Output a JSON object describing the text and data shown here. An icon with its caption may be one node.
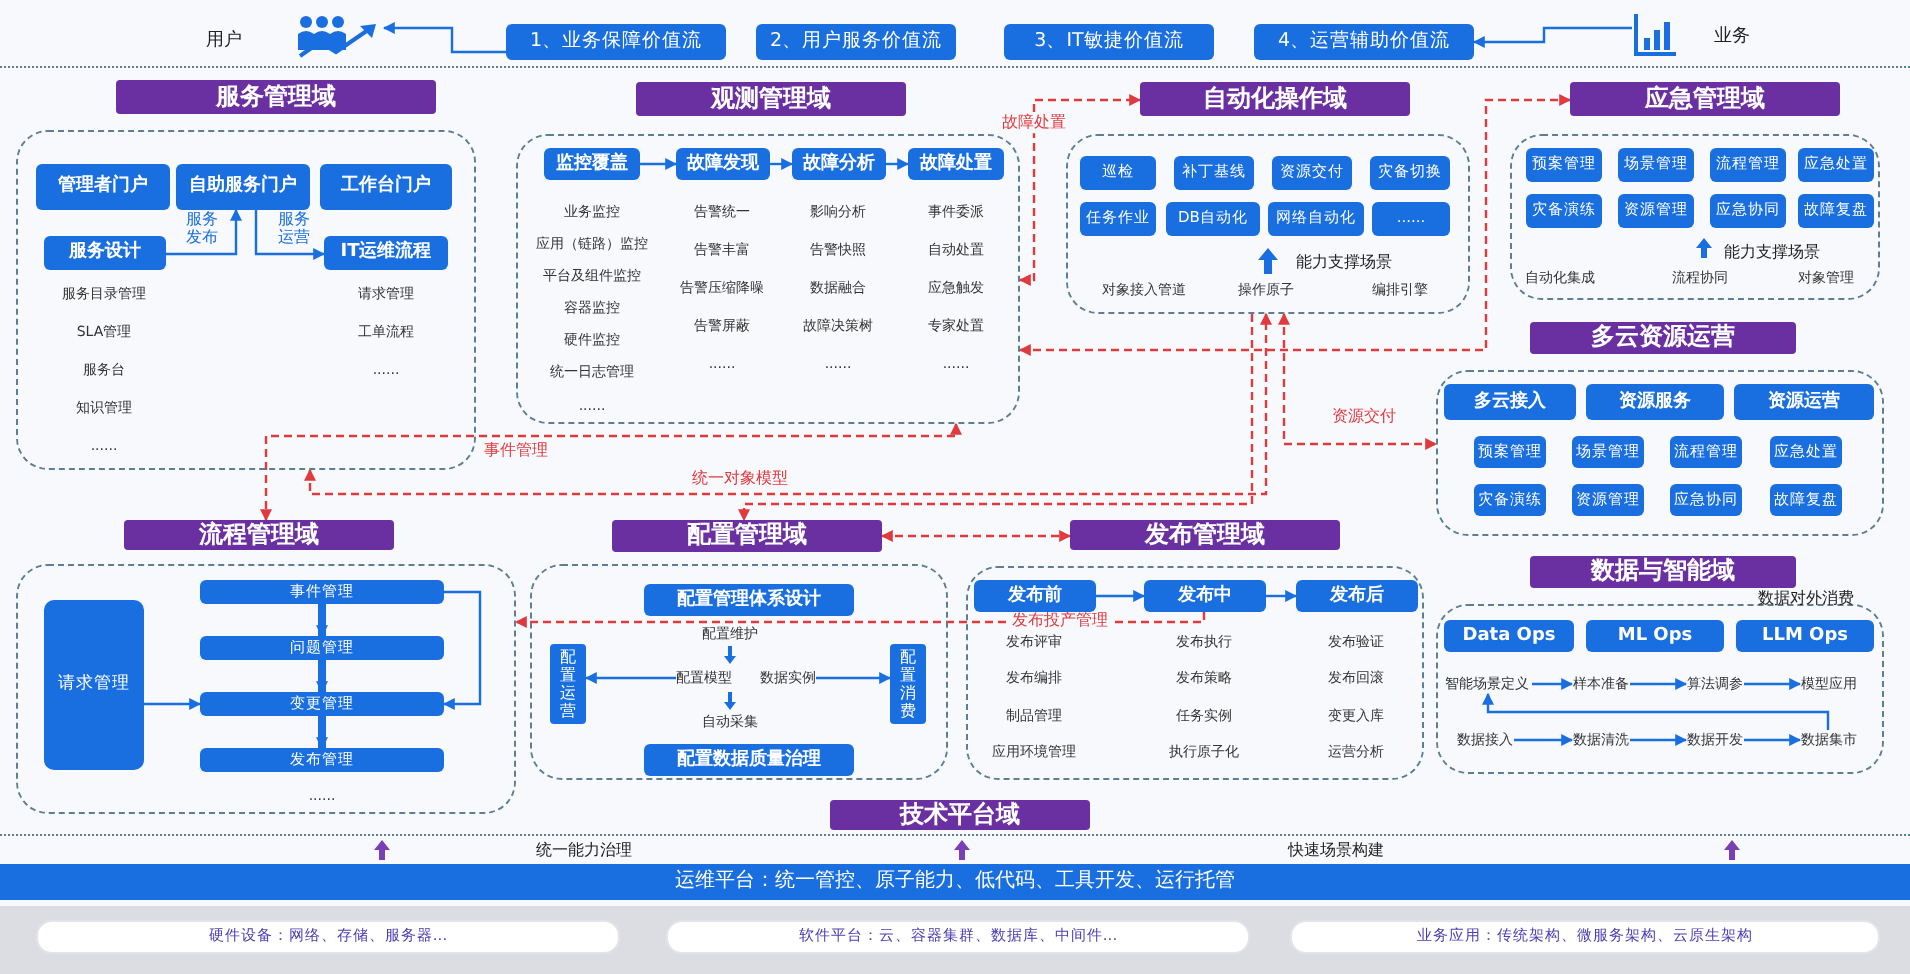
{
  "diagram": {
    "nodes": [
      {
        "text": [],
        "shape": "person"
      },
      {
        "text": [
          "1、业务保障价值流"
        ]
      },
      {
        "text": [
          "2、用户服务价值流"
        ]
      },
      {
        "text": [
          "3、IT敏捷价值流"
        ]
      },
      {
        "text": [
          "4、运营辅助价值流"
        ]
      },
      {
        "text": [],
        "shape": "picture"
      },
      {
        "text": [
          "服务管理域"
        ]
      },
      {
        "text": [],
        "shape": "box"
      },
      {
        "text": [
          "管理者门户"
        ],
        "in": 7
      },
      {
        "text": [
          "自助服务门户"
        ],
        "in": 7
      },
      {
        "text": [
          "工作台门户"
        ],
        "in": 7
      },
      {
        "text": [
          "服务设计"
        ],
        "in": 7
      },
      {
        "text": [
          "IT运维流程"
        ],
        "in": 7
      },
      {
        "text": [
          "观测管理域"
        ]
      },
      {
        "text": [],
        "shape": "box"
      },
      {
        "text": [
          "监控覆盖"
        ],
        "in": 14
      },
      {
        "text": [
          "故障发现"
        ],
        "in": 14
      },
      {
        "text": [
          "故障分析"
        ],
        "in": 14
      },
      {
        "text": [
          "故障处置"
        ],
        "in": 14
      },
      {
        "text": [
          "自动化操作域"
        ]
      },
      {
        "text": [],
        "shape": "box"
      },
      {
        "text": [
          "巡检"
        ],
        "in": 20
      },
      {
        "text": [
          "补丁基线"
        ],
        "in": 20
      },
      {
        "text": [
          "资源交付"
        ],
        "in": 20
      },
      {
        "text": [
          "灾备切换"
        ],
        "in": 20
      },
      {
        "text": [
          "任务作业"
        ],
        "in": 20
      },
      {
        "text": [
          "DB自动化"
        ],
        "in": 20
      },
      {
        "text": [
          "网络自动化"
        ],
        "in": 20
      },
      {
        "text": [
          "......"
        ],
        "in": 20
      },
      {
        "text": [
          "应急管理域"
        ]
      },
      {
        "text": [],
        "shape": "box"
      },
      {
        "text": [
          "预案管理"
        ],
        "in": 30
      },
      {
        "text": [
          "场景管理"
        ],
        "in": 30
      },
      {
        "text": [
          "流程管理"
        ],
        "in": 30
      },
      {
        "text": [
          "应急处置"
        ],
        "in": 30
      },
      {
        "text": [
          "灾备演练"
        ],
        "in": 30
      },
      {
        "text": [
          "资源管理"
        ],
        "in": 30
      },
      {
        "text": [
          "应急协同"
        ],
        "in": 30
      },
      {
        "text": [
          "故障复盘"
        ],
        "in": 30
      },
      {
        "text": [
          "多云资源运营"
        ]
      },
      {
        "text": [],
        "shape": "box"
      },
      {
        "text": [
          "多云接入"
        ],
        "in": 40
      },
      {
        "text": [
          "资源服务"
        ],
        "in": 40
      },
      {
        "text": [
          "资源运营"
        ],
        "in": 40
      },
      {
        "text": [
          "预案管理"
        ],
        "in": 40
      },
      {
        "text": [
          "场景管理"
        ],
        "in": 40
      },
      {
        "text": [
          "流程管理"
        ],
        "in": 40
      },
      {
        "text": [
          "应急处置"
        ],
        "in": 40
      },
      {
        "text": [
          "灾备演练"
        ],
        "in": 40
      },
      {
        "text": [
          "资源管理"
        ],
        "in": 40
      },
      {
        "text": [
          "应急协同"
        ],
        "in": 40
      },
      {
        "text": [
          "故障复盘"
        ],
        "in": 40
      },
      {
        "text": [
          "流程管理域"
        ]
      },
      {
        "text": [],
        "shape": "box"
      },
      {
        "text": [
          "请求管理"
        ],
        "in": 53
      },
      {
        "text": [
          "事件管理"
        ],
        "in": 53
      },
      {
        "text": [
          "问题管理"
        ],
        "in": 53
      },
      {
        "text": [
          "变更管理"
        ],
        "in": 53
      },
      {
        "text": [
          "发布管理"
        ],
        "in": 53
      },
      {
        "text": [
          "配置管理域"
        ]
      },
      {
        "text": [],
        "shape": "box"
      },
      {
        "text": [
          "配置管理体系设计"
        ],
        "in": 60
      },
      {
        "text": [
          "配置运营"
        ],
        "in": 60
      },
      {
        "text": [
          "配置消费"
        ],
        "in": 60
      },
      {
        "text": [
          "配置数据质量治理"
        ],
        "in": 60
      },
      {
        "text": [
          "配置模型"
        ],
        "in": 60
      },
      {
        "text": [
          "数据实例"
        ],
        "in": 60
      },
      {
        "text": [
          "发布管理域"
        ]
      },
      {
        "text": [],
        "shape": "box"
      },
      {
        "text": [
          "发布前"
        ],
        "in": 68
      },
      {
        "text": [
          "发布中"
        ],
        "in": 68
      },
      {
        "text": [
          "发布后"
        ],
        "in": 68
      },
      {
        "text": [
          "数据与智能域"
        ]
      },
      {
        "text": [],
        "shape": "box"
      },
      {
        "text": [
          "Data Ops"
        ],
        "in": 73
      },
      {
        "text": [
          "ML Ops"
        ],
        "in": 73
      },
      {
        "text": [
          "LLM Ops"
        ],
        "in": 73
      },
      {
        "text": [
          "智能场景定义"
        ],
        "in": 73
      },
      {
        "text": [
          "样本准备"
        ],
        "in": 73
      },
      {
        "text": [
          "算法调参"
        ],
        "in": 73
      },
      {
        "text": [
          "模型应用"
        ],
        "in": 73
      },
      {
        "text": [
          "数据接入"
        ],
        "in": 73
      },
      {
        "text": [
          "数据清洗"
        ],
        "in": 73
      },
      {
        "text": [
          "数据开发"
        ],
        "in": 73
      },
      {
        "text": [
          "数据集市"
        ],
        "in": 73
      },
      {
        "text": [
          "技术平台域"
        ]
      },
      {
        "text": [
          "运维平台：统一管控、原子能力、低代码、工具开发、运行托管"
        ]
      },
      {
        "text": [
          "硬件设备：网络、存储、服务器..."
        ]
      },
      {
        "text": [
          "软件平台：云、容器集群、数据库、中间件..."
        ]
      },
      {
        "text": [
          "业务应用：传统架构、微服务架构、云原生架构"
        ]
      }
    ],
    "edges": [
      {
        "from": 1,
        "to": 0,
        "arrow": "to"
      },
      {
        "from": 5,
        "to": 4,
        "arrow": "to"
      },
      {
        "from": 11,
        "to": 9,
        "arrow": "to",
        "label": "服务发布"
      },
      {
        "from": 9,
        "to": 12,
        "arrow": "to",
        "label": "服务运营"
      },
      {
        "from": 15,
        "to": 16,
        "arrow": "to"
      },
      {
        "from": 16,
        "to": 17,
        "arrow": "to"
      },
      {
        "from": 17,
        "to": 18,
        "arrow": "to"
      },
      {
        "from": 14,
        "to": 19,
        "arrow": "both",
        "label": "故障处置",
        "style": "dashed",
        "color": "#e03a3e"
      },
      {
        "from": 14,
        "to": 29,
        "arrow": "both",
        "style": "dashed",
        "color": "#e03a3e"
      },
      {
        "from": 20,
        "to": 40,
        "arrow": "both",
        "label": "资源交付",
        "style": "dashed",
        "color": "#e03a3e"
      },
      {
        "from": 14,
        "to": 52,
        "arrow": "both",
        "label": "事件管理",
        "style": "dashed",
        "color": "#e03a3e"
      },
      {
        "from": 7,
        "to": 20,
        "arrow": "both",
        "label": "统一对象模型",
        "style": "dashed",
        "color": "#e03a3e"
      },
      {
        "from": 20,
        "to": 59,
        "arrow": "to",
        "style": "dashed",
        "color": "#e03a3e"
      },
      {
        "from": 59,
        "to": 67,
        "arrow": "both",
        "style": "dashed",
        "color": "#e03a3e"
      },
      {
        "from": 70,
        "to": 53,
        "arrow": "to",
        "label": "发布投产管理",
        "style": "dashed",
        "color": "#e03a3e"
      },
      {
        "from": 55,
        "to": 56,
        "arrow": "to",
        "style": "thick"
      },
      {
        "from": 56,
        "to": 57,
        "arrow": "to",
        "style": "thick"
      },
      {
        "from": 57,
        "to": 58,
        "arrow": "to",
        "style": "thick"
      },
      {
        "from": 54,
        "to": 57,
        "arrow": "to"
      },
      {
        "from": 55,
        "to": 57,
        "arrow": "to"
      },
      {
        "from": 65,
        "to": 62,
        "arrow": "to"
      },
      {
        "from": 66,
        "to": 63,
        "arrow": "to"
      },
      {
        "from": 69,
        "to": 70,
        "arrow": "to"
      },
      {
        "from": 70,
        "to": 71,
        "arrow": "to"
      },
      {
        "from": 77,
        "to": 78,
        "arrow": "to"
      },
      {
        "from": 78,
        "to": 79,
        "arrow": "to"
      },
      {
        "from": 79,
        "to": 80,
        "arrow": "to"
      },
      {
        "from": 81,
        "to": 82,
        "arrow": "to"
      },
      {
        "from": 82,
        "to": 83,
        "arrow": "to"
      },
      {
        "from": 83,
        "to": 84,
        "arrow": "to"
      },
      {
        "from": 84,
        "to": 77,
        "arrow": "to"
      }
    ],
    "labels": [
      "用户",
      "业务",
      "服务目录管理",
      "SLA管理",
      "服务台",
      "知识管理",
      "......",
      "请求管理",
      "工单流程",
      "......",
      "业务监控",
      "应用（链路）监控",
      "平台及组件监控",
      "容器监控",
      "硬件监控",
      "统一日志管理",
      "......",
      "告警统一",
      "告警丰富",
      "告警压缩降噪",
      "告警屏蔽",
      "......",
      "影响分析",
      "告警快照",
      "数据融合",
      "故障决策树",
      "......",
      "事件委派",
      "自动处置",
      "应急触发",
      "专家处置",
      "......",
      "能力支撑场景",
      "对象接入管道",
      "操作原子",
      "编排引擎",
      "能力支撑场景",
      "自动化集成",
      "流程协同",
      "对象管理",
      "......",
      "配置维护",
      "自动采集",
      "发布评审",
      "发布编排",
      "制品管理",
      "应用环境管理",
      "发布执行",
      "发布策略",
      "任务实例",
      "执行原子化",
      "发布验证",
      "发布回滚",
      "变更入库",
      "运营分析",
      "数据对外消费",
      "统一能力治理",
      "快速场景构建"
    ]
  }
}
